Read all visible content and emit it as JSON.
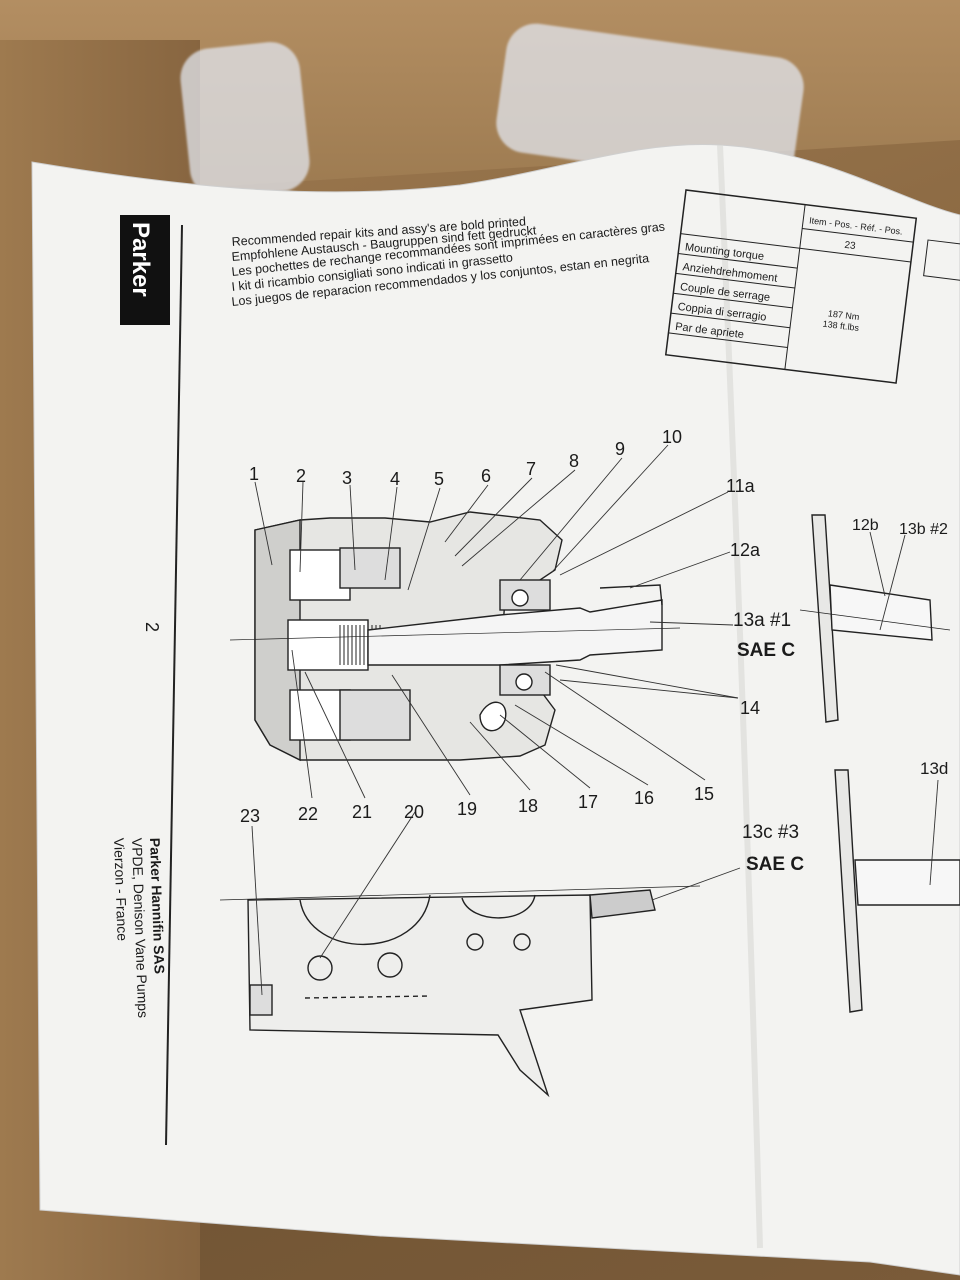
{
  "instructions": [
    "Recommended repair kits and assy's are bold printed",
    "Empfohlene Austausch - Baugruppen sind fett gedruckt",
    "Les pochettes de rechange recommandées sont imprimées en caractères gras",
    "I kit di ricambio consigliati sono indicati in grassetto",
    "Los juegos de reparacion recommendados y los conjuntos, estan en negrita"
  ],
  "brand": "Parker",
  "page_number": "2",
  "company": {
    "name": "Parker Hannifin SAS",
    "division": "VPDE, Denison Vane Pumps",
    "city": "Vierzon - France"
  },
  "torque_table": {
    "header": "Item - Pos. - Réf. - Pos.",
    "item": "23",
    "rows": [
      "Mounting torque",
      "Anziehdrehmoment",
      "Couple de serrage",
      "Coppia di serragio",
      "Par de apriete"
    ],
    "value_nm": "187 Nm",
    "value_ftlbs": "138 ft.lbs"
  },
  "parts": {
    "top": [
      "1",
      "2",
      "3",
      "4",
      "5",
      "6",
      "7",
      "8",
      "9",
      "10"
    ],
    "bottom": [
      "23",
      "22",
      "21",
      "20",
      "19",
      "18",
      "17",
      "16",
      "15"
    ],
    "right": [
      "11a",
      "12a",
      "13a #1",
      "SAE C",
      "14"
    ],
    "side_13b": [
      "12b",
      "13b #2"
    ],
    "side_13d": "13d",
    "side_13c": [
      "13c #3",
      "SAE C"
    ]
  }
}
